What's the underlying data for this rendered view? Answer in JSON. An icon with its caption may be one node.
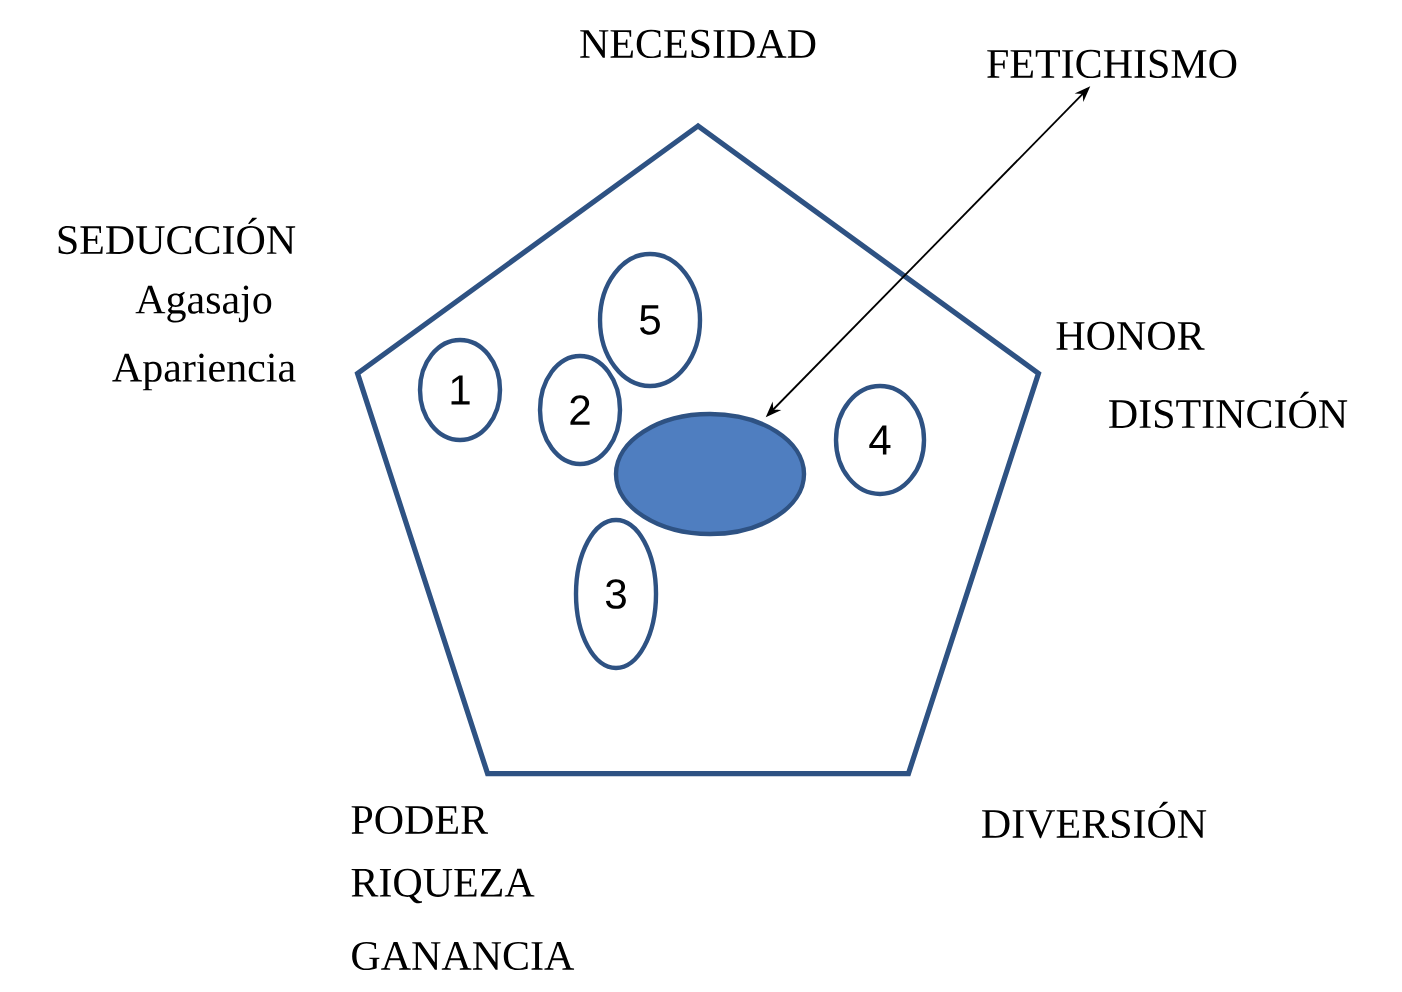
{
  "diagram": {
    "nodes": [
      {
        "text": [
          "FETICHISMO"
        ]
      },
      {
        "text": [],
        "shape": "pentagon"
      },
      {
        "text": [
          "5"
        ],
        "in": 1
      },
      {
        "text": [
          "1"
        ],
        "in": 1
      },
      {
        "text": [
          "2"
        ],
        "in": 1
      },
      {
        "text": [
          "4"
        ],
        "in": 1
      },
      {
        "text": [],
        "shape": "ellipse",
        "in": 1
      },
      {
        "text": [
          "3"
        ],
        "in": 1
      }
    ],
    "edges": [
      {
        "from": 0,
        "to": 6,
        "arrow": "both"
      }
    ],
    "labels": [
      "NECESIDAD",
      "SEDUCCIÓN",
      "Agasajo",
      "Apariencia",
      "HONOR",
      "DISTINCIÓN",
      "PODER",
      "RIQUEZA",
      "GANANCIA",
      "DIVERSIÓN"
    ]
  }
}
